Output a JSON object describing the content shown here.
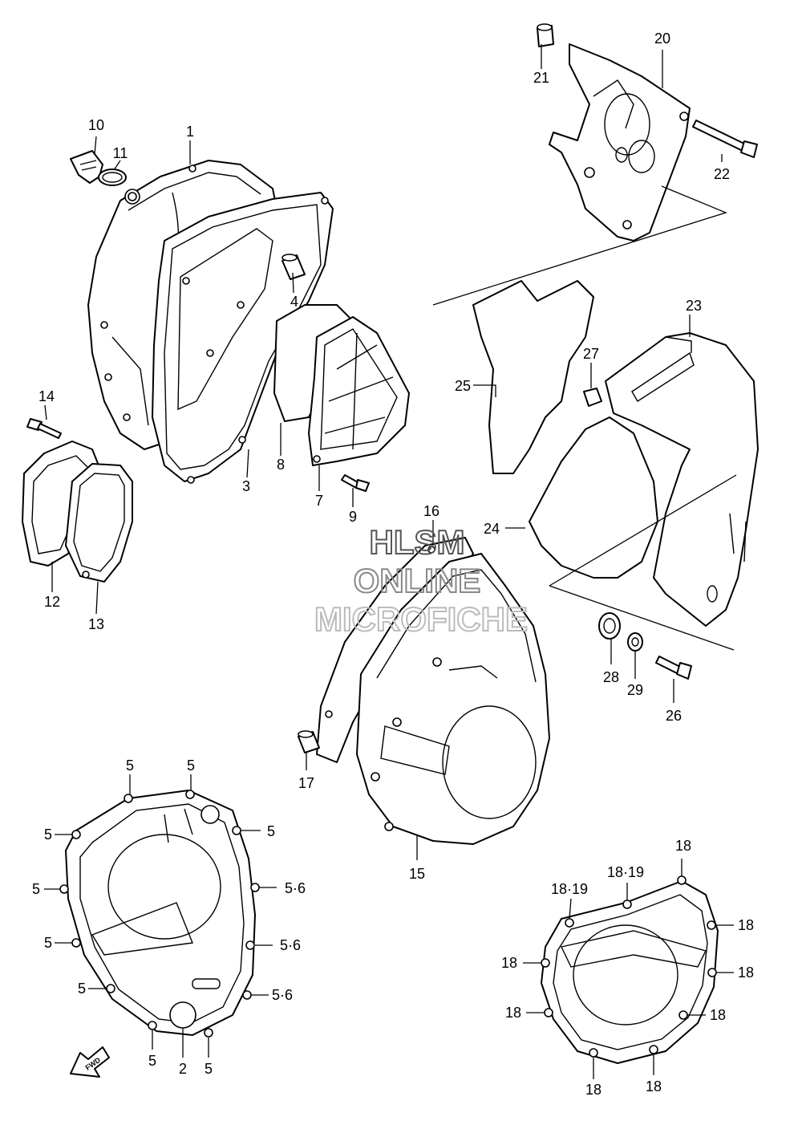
{
  "watermark": {
    "line1": "HLSM",
    "line2": "ONLINE",
    "line3": "MICROFICHE"
  },
  "fwd_label": "FWD",
  "callouts": {
    "c1": "1",
    "c2": "2",
    "c3": "3",
    "c4": "4",
    "c5a": "5",
    "c5b": "5",
    "c5c": "5",
    "c5d": "5",
    "c5e": "5",
    "c5f": "5",
    "c5g": "5",
    "c5h": "5",
    "c5i": "5",
    "c56a": "5·6",
    "c56b": "5·6",
    "c56c": "5·6",
    "c7": "7",
    "c8": "8",
    "c9": "9",
    "c10": "10",
    "c11": "11",
    "c12": "12",
    "c13": "13",
    "c14": "14",
    "c15": "15",
    "c16": "16",
    "c17": "17",
    "c18a": "18",
    "c18b": "18",
    "c18c": "18",
    "c18d": "18",
    "c18e": "18",
    "c18f": "18",
    "c18g": "18",
    "c18h": "18",
    "c1819a": "18·19",
    "c1819b": "18·19",
    "c20": "20",
    "c21": "21",
    "c22": "22",
    "c23": "23",
    "c24": "24",
    "c25": "25",
    "c26": "26",
    "c27": "27",
    "c28": "28",
    "c29": "29"
  }
}
